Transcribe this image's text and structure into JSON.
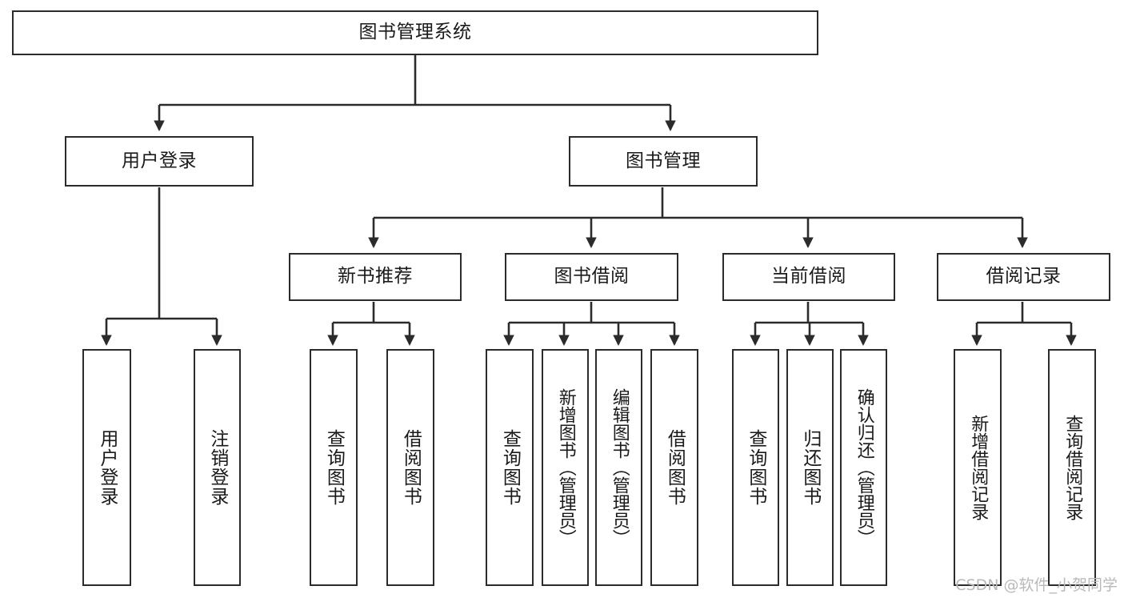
{
  "diagram": {
    "title": "图书管理系统",
    "type": "tree-hierarchy-chart",
    "colors": {
      "box_border": "#2b2b2b",
      "box_fill": "#ffffff",
      "edge": "#2b2b2b",
      "text": "#1a1a1a",
      "watermark": "#b9b9b9"
    },
    "levels": {
      "root": {
        "label": "图书管理系统"
      },
      "level2": [
        {
          "id": "user-login",
          "label": "用户登录"
        },
        {
          "id": "book-management",
          "label": "图书管理"
        }
      ],
      "level3": [
        {
          "id": "new-book-recommend",
          "label": "新书推荐"
        },
        {
          "id": "book-borrow",
          "label": "图书借阅"
        },
        {
          "id": "current-borrow",
          "label": "当前借阅"
        },
        {
          "id": "borrow-record",
          "label": "借阅记录"
        }
      ],
      "leaves": [
        {
          "id": "leaf-user-login",
          "label": "用户登录",
          "parent": "user-login"
        },
        {
          "id": "leaf-logout-login",
          "label": "注销登录",
          "parent": "user-login"
        },
        {
          "id": "leaf-query-book-1",
          "label": "查询图书",
          "parent": "new-book-recommend"
        },
        {
          "id": "leaf-borrow-book-1",
          "label": "借阅图书",
          "parent": "new-book-recommend"
        },
        {
          "id": "leaf-query-book-2",
          "label": "查询图书",
          "parent": "book-borrow"
        },
        {
          "id": "leaf-add-book",
          "label": "新增图书（管理员）",
          "parent": "book-borrow"
        },
        {
          "id": "leaf-edit-book",
          "label": "编辑图书（管理员）",
          "parent": "book-borrow"
        },
        {
          "id": "leaf-borrow-book-2",
          "label": "借阅图书",
          "parent": "book-borrow"
        },
        {
          "id": "leaf-query-book-3",
          "label": "查询图书",
          "parent": "current-borrow"
        },
        {
          "id": "leaf-return-book",
          "label": "归还图书",
          "parent": "current-borrow"
        },
        {
          "id": "leaf-confirm-return",
          "label": "确认归还（管理员）",
          "parent": "current-borrow"
        },
        {
          "id": "leaf-add-record",
          "label": "新增借阅记录",
          "parent": "borrow-record"
        },
        {
          "id": "leaf-query-record",
          "label": "查询借阅记录",
          "parent": "borrow-record"
        }
      ]
    },
    "watermark": "CSDN @软件_小贺同学"
  }
}
